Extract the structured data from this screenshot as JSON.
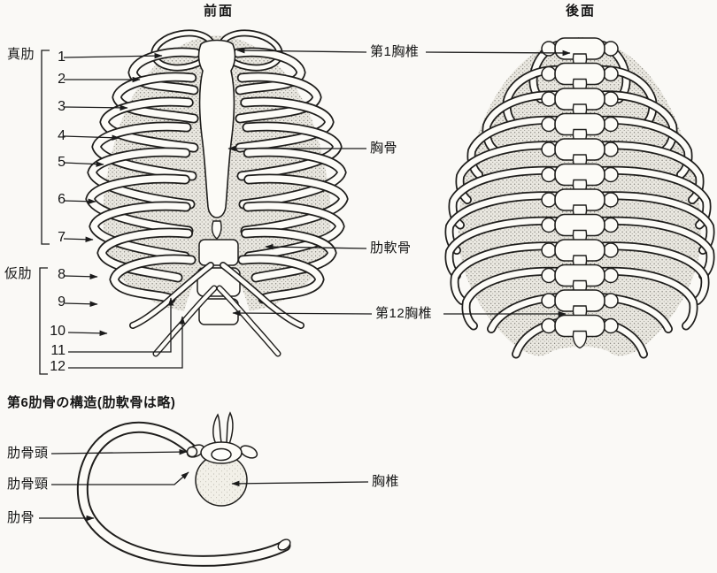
{
  "figure": {
    "titles": {
      "anterior": "前面",
      "posterior": "後面"
    },
    "anterior": {
      "group_labels": {
        "true_ribs": "真肋",
        "false_ribs": "仮肋"
      },
      "rib_numbers": [
        "1",
        "2",
        "3",
        "4",
        "5",
        "6",
        "7",
        "8",
        "9",
        "10",
        "11",
        "12"
      ]
    },
    "center_labels": {
      "t1_vertebra": "第1胸椎",
      "sternum": "胸骨",
      "costal_cartilage": "肋軟骨",
      "t12_vertebra": "第12胸椎"
    },
    "rib6_section": {
      "heading": "第6肋骨の構造(肋軟骨は略)",
      "labels": {
        "rib_head": "肋骨頭",
        "rib_neck": "肋骨頸",
        "rib": "肋骨",
        "vertebra": "胸椎"
      }
    },
    "colors": {
      "ink": "#1f1e1c",
      "bone": "#fcfbf7",
      "paper": "#faf9f6",
      "stipple": "#77756e"
    }
  }
}
